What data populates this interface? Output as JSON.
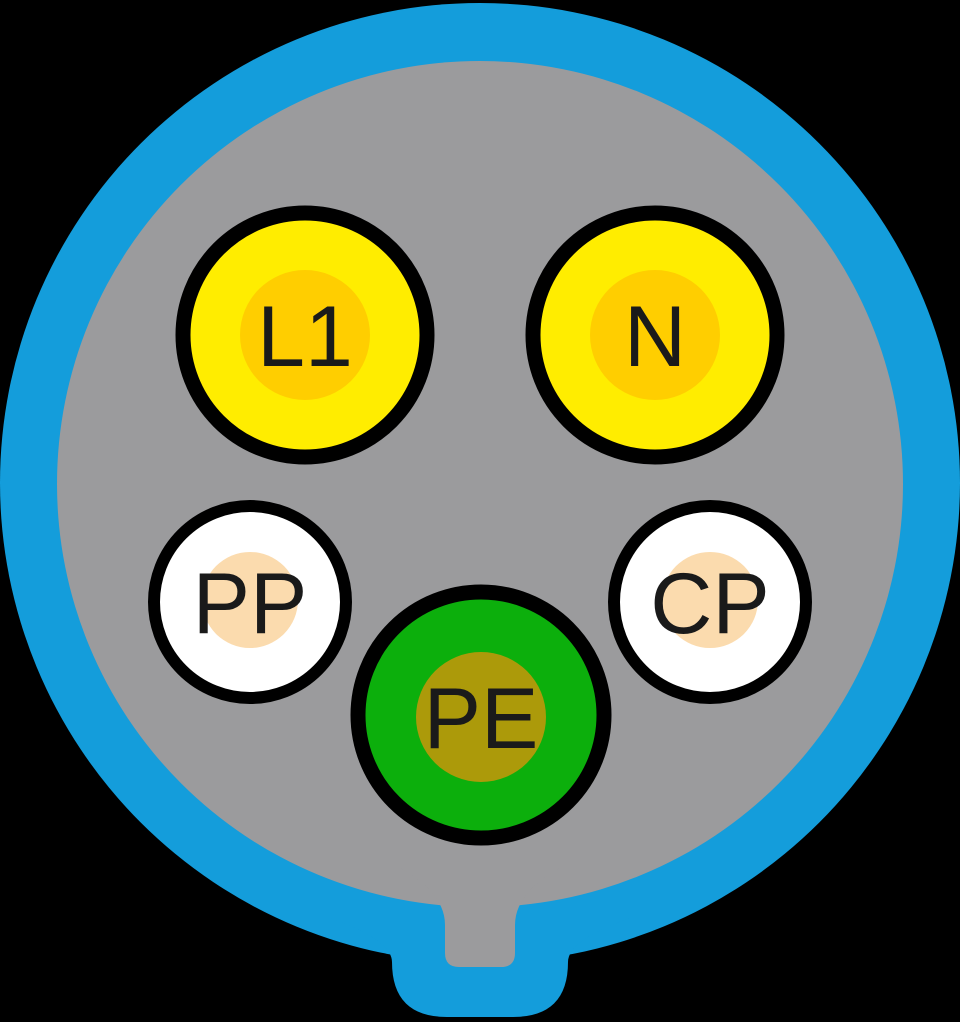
{
  "diagram": {
    "type": "ev-connector-pinout",
    "colors": {
      "background": "#000000",
      "housing_blue": "#149DDB",
      "face_gray": "#9B9B9D",
      "pin_outline": "#000000",
      "label_text": "#1A1A1A"
    },
    "pins": {
      "l1": {
        "label": "L1",
        "fill": "#FFED00",
        "core": "#FFCE00"
      },
      "n": {
        "label": "N",
        "fill": "#FFED00",
        "core": "#FFCE00"
      },
      "pp": {
        "label": "PP",
        "fill": "#FFFFFF",
        "core": "#FBDBAE"
      },
      "cp": {
        "label": "CP",
        "fill": "#FFFFFF",
        "core": "#FBDBAE"
      },
      "pe": {
        "label": "PE",
        "fill": "#0CAF0C",
        "core": "#AC9A0A"
      }
    }
  }
}
